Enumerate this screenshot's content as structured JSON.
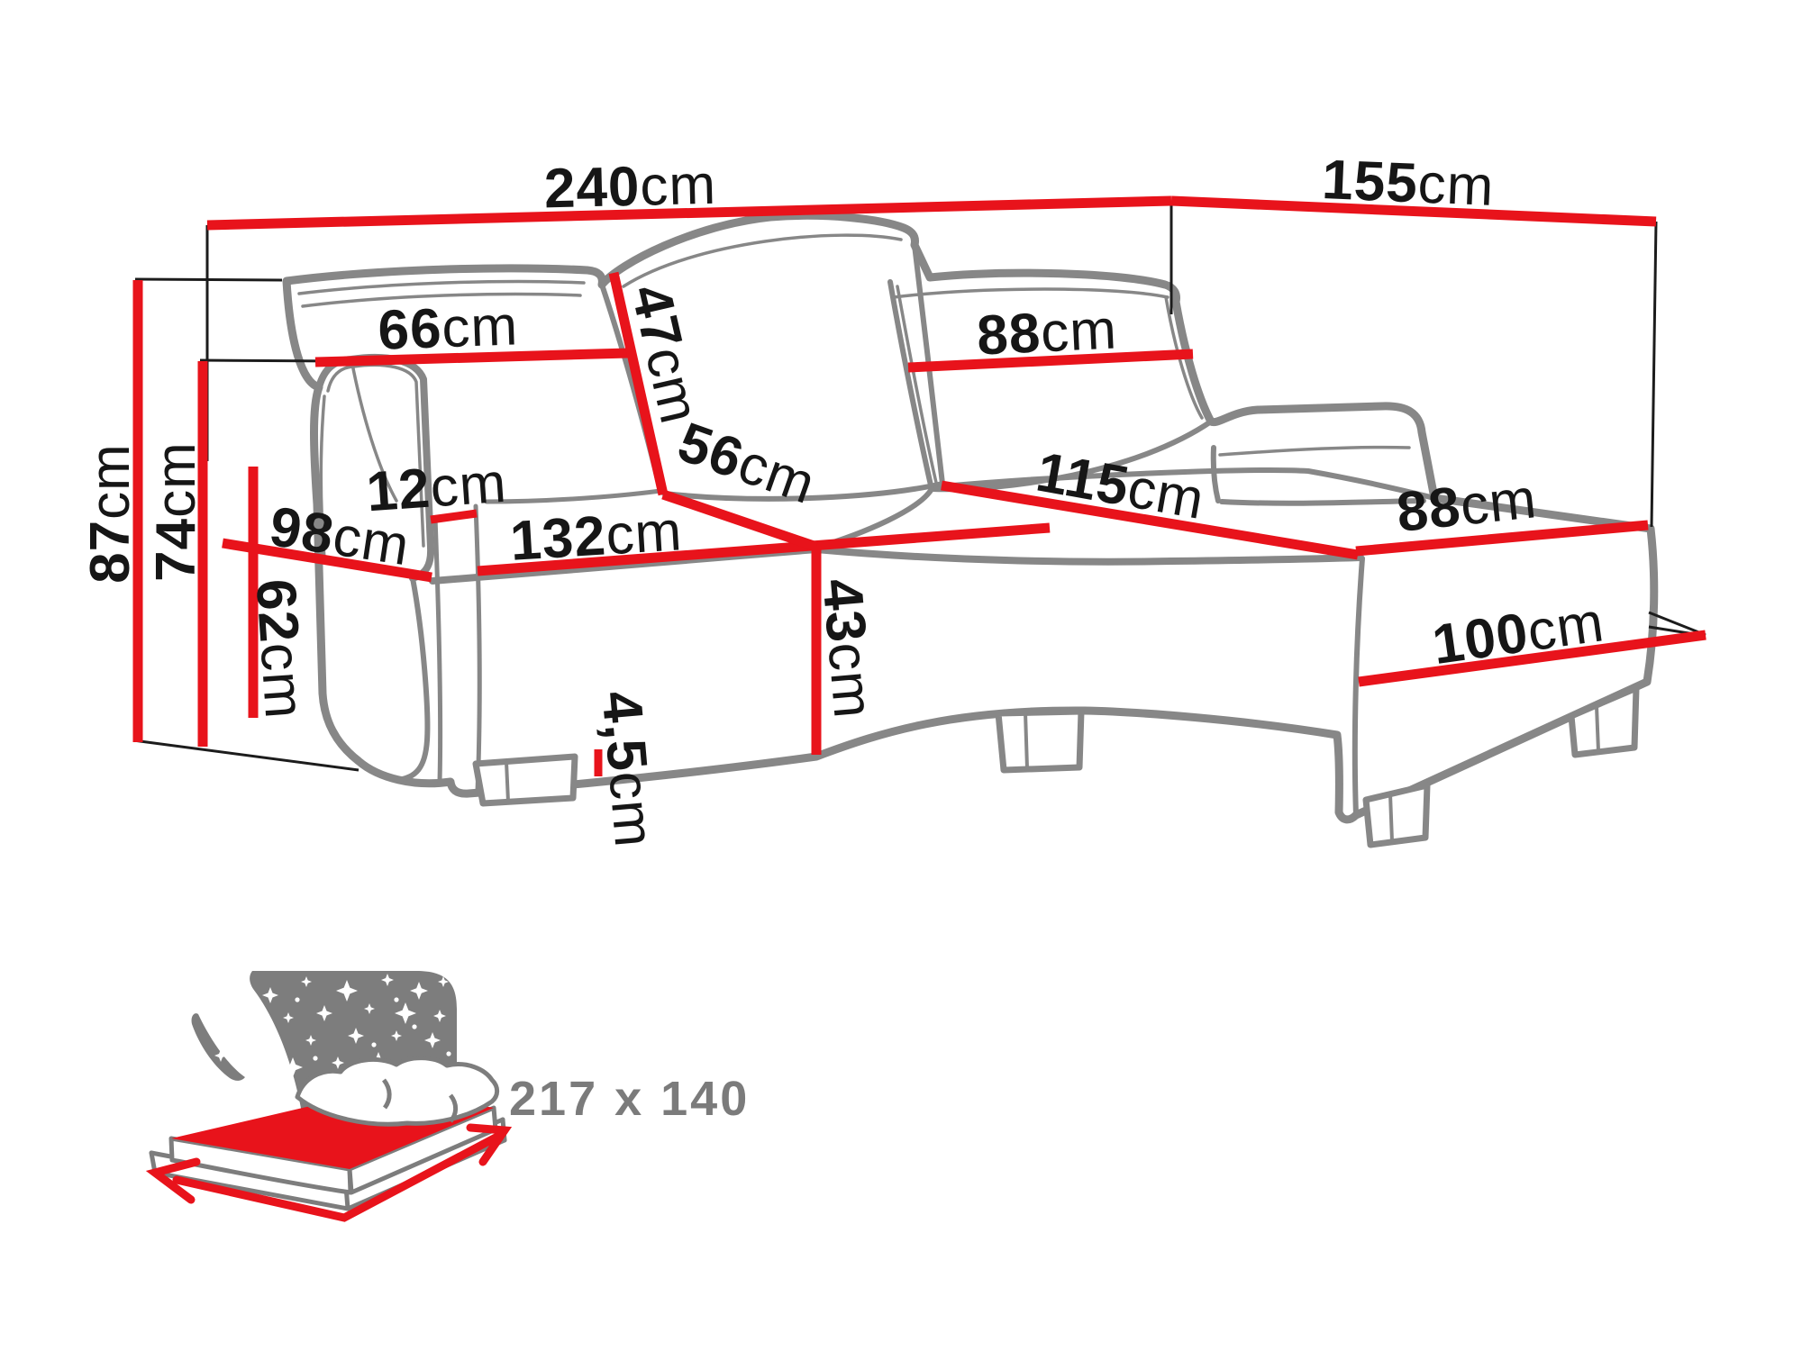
{
  "diagram": {
    "title": "corner-sofa-dimension-diagram",
    "colors": {
      "dimension_red": "#e8131b",
      "sofa_outline_gray": "#878787",
      "label_black": "#161616",
      "sleeping_label_gray": "#7b7b7b",
      "star_panel_gray": "#7d7d7d"
    },
    "dims": {
      "total_width": {
        "num": "240",
        "unit": "cm"
      },
      "total_depth": {
        "num": "155",
        "unit": "cm"
      },
      "overall_height": {
        "num": "87",
        "unit": "cm"
      },
      "backrest_height": {
        "num": "74",
        "unit": "cm"
      },
      "left_back_cushion_width": {
        "num": "66",
        "unit": "cm"
      },
      "back_cushion_height": {
        "num": "47",
        "unit": "cm"
      },
      "right_back_cushion_width": {
        "num": "88",
        "unit": "cm"
      },
      "armrest_width": {
        "num": "12",
        "unit": "cm"
      },
      "armrest_depth": {
        "num": "98",
        "unit": "cm"
      },
      "armrest_height": {
        "num": "62",
        "unit": "cm"
      },
      "seat_width": {
        "num": "132",
        "unit": "cm"
      },
      "seat_depth": {
        "num": "56",
        "unit": "cm"
      },
      "seat_height": {
        "num": "43",
        "unit": "cm"
      },
      "leg_height": {
        "num": "4,5",
        "unit": "cm"
      },
      "chaise_length": {
        "num": "115",
        "unit": "cm"
      },
      "chaise_width": {
        "num": "88",
        "unit": "cm"
      },
      "chaise_front_length": {
        "num": "100",
        "unit": "cm"
      }
    },
    "sleeping_area": {
      "size_label": "217 x 140"
    }
  }
}
